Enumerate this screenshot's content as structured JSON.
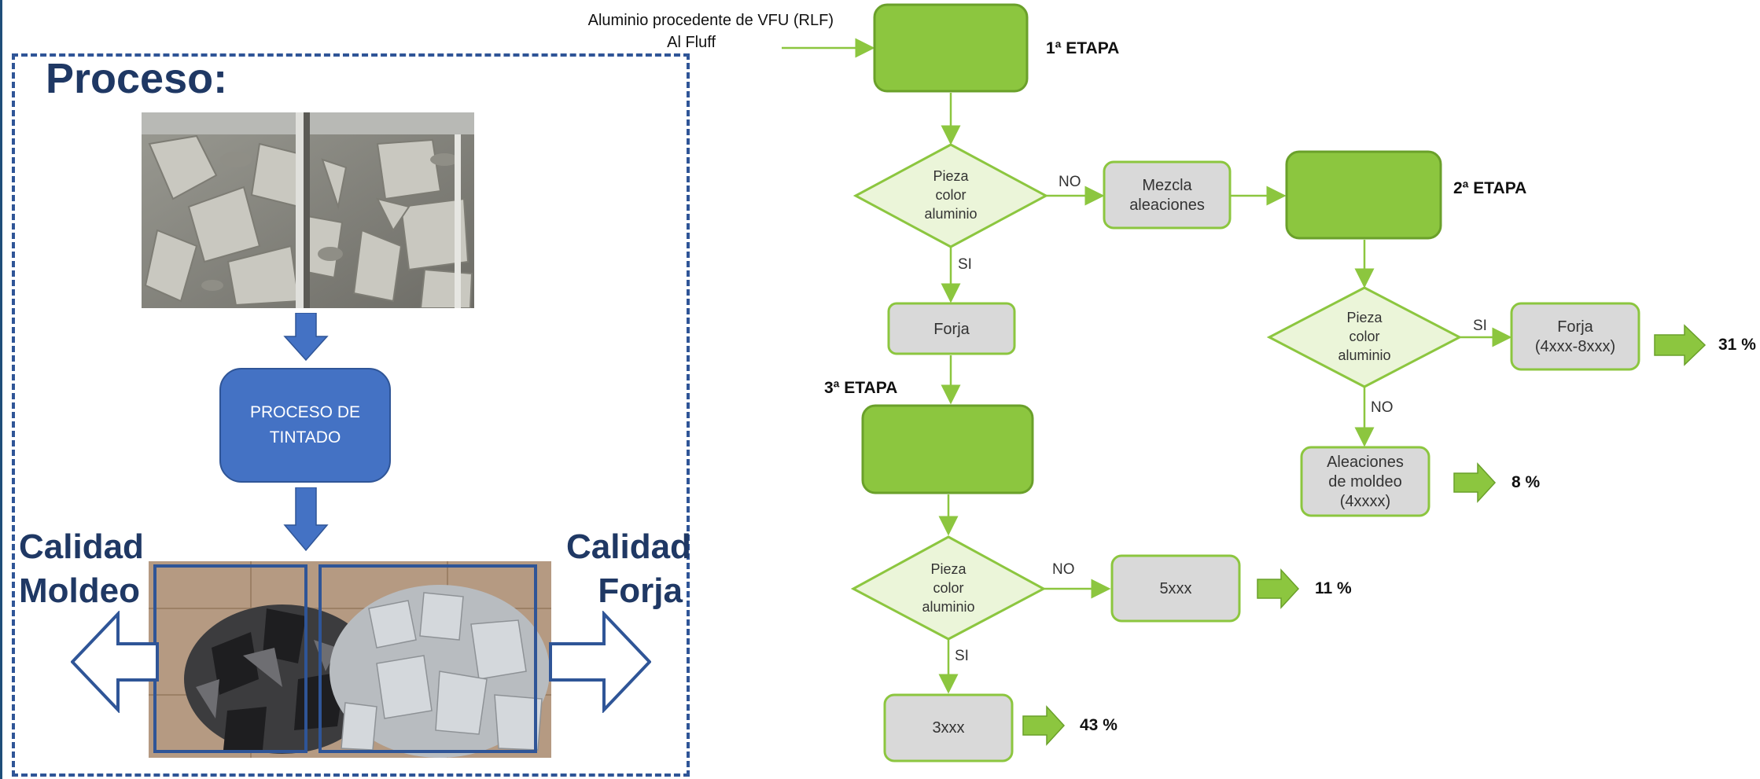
{
  "left": {
    "title": "Proceso:",
    "process_box": [
      "PROCESO DE",
      "TINTADO"
    ],
    "quality_left": [
      "Calidad",
      "Moldeo"
    ],
    "quality_right": [
      "Calidad",
      "Forja"
    ]
  },
  "flow": {
    "source_label": [
      "Aluminio procedente de VFU (RLF)",
      "Al Fluff"
    ],
    "stage1": "1ª ETAPA",
    "stage2": "2ª ETAPA",
    "stage3": "3ª ETAPA",
    "diamond": [
      "Pieza",
      "color",
      "aluminio"
    ],
    "no": "NO",
    "si": "SI",
    "mezcla": [
      "Mezcla",
      "aleaciones"
    ],
    "forja": "Forja",
    "forja2": [
      "Forja",
      "(4xxx-8xxx)"
    ],
    "aleaciones": [
      "Aleaciones",
      "de moldeo",
      "(4xxxx)"
    ],
    "box5xxx": "5xxx",
    "box3xxx": "3xxx",
    "pct_31": "31 %",
    "pct_8": "8 %",
    "pct_11": "11 %",
    "pct_43": "43 %"
  },
  "colors": {
    "green": "#8cc63f",
    "green_dark": "#6aa02a",
    "blue": "#4472c4",
    "navy": "#1f3864",
    "gray": "#d9d9d9"
  }
}
